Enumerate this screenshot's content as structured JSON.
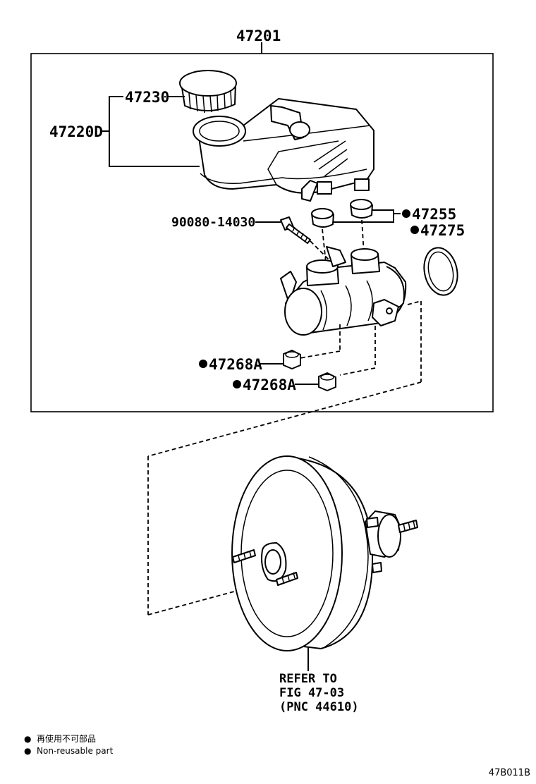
{
  "assembly": {
    "part_number": "47201"
  },
  "parts": {
    "cap": "47230",
    "reservoir": "47220D",
    "bolt": "90080-14030",
    "grommet": "47255",
    "oring": "47275",
    "nut_upper": "47268A",
    "nut_lower": "47268A"
  },
  "booster_reference": {
    "line1": "REFER TO",
    "line2": "FIG 47-03",
    "line3": "(PNC 44610)"
  },
  "legend": {
    "japanese": "再使用不可部品",
    "english": "Non-reusable part",
    "marker": "●"
  },
  "figure_code": "47B011B"
}
